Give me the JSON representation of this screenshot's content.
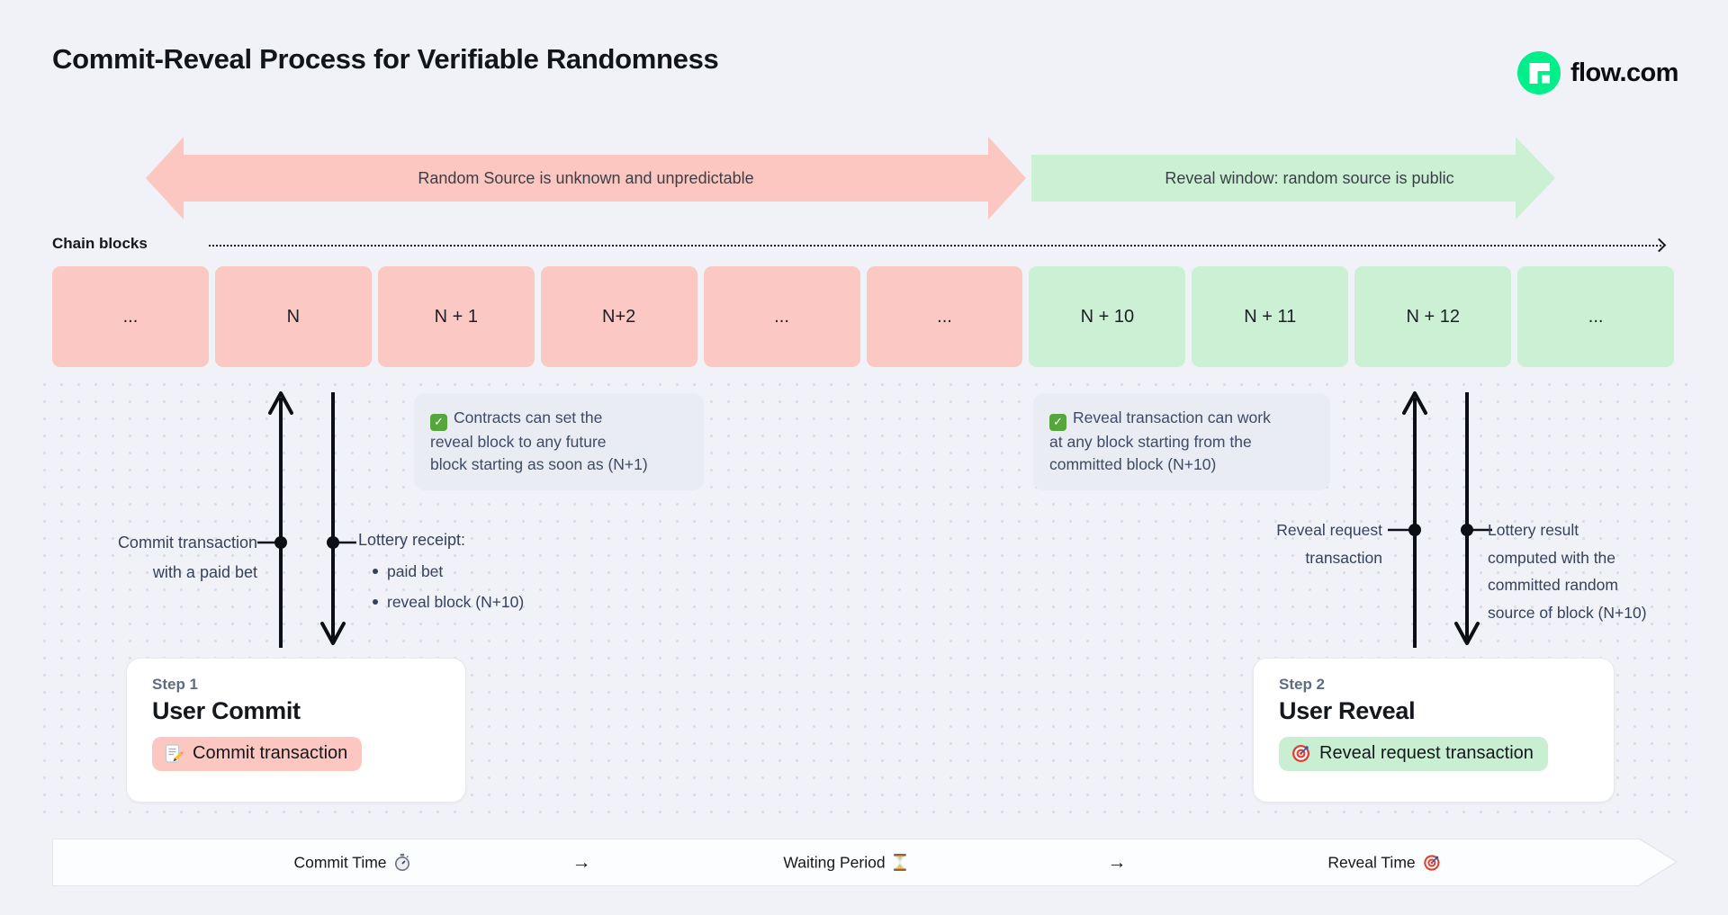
{
  "header": {
    "title": "Commit-Reveal Process for Verifiable Randomness",
    "brand": "flow.com",
    "brand_color": "#00ef8b"
  },
  "banners": {
    "unknown": {
      "label": "Random Source is unknown and unpredictable",
      "color": "#fcc6c1"
    },
    "reveal": {
      "label": "Reveal window: random source is public",
      "color": "#cbf0d4"
    }
  },
  "chain": {
    "label": "Chain blocks",
    "blocks": [
      {
        "label": "...",
        "phase": "commit"
      },
      {
        "label": "N",
        "phase": "commit"
      },
      {
        "label": "N + 1",
        "phase": "commit"
      },
      {
        "label": "N+2",
        "phase": "commit"
      },
      {
        "label": "...",
        "phase": "commit"
      },
      {
        "label": "...",
        "phase": "commit"
      },
      {
        "label": "N + 10",
        "phase": "reveal"
      },
      {
        "label": "N + 11",
        "phase": "reveal"
      },
      {
        "label": "N + 12",
        "phase": "reveal"
      },
      {
        "label": "...",
        "phase": "reveal"
      }
    ]
  },
  "notes": [
    {
      "icon": "check-mark",
      "check_glyph": "✓",
      "text": "Contracts can set the\nreveal block to any future\nblock starting as soon as (N+1)"
    },
    {
      "icon": "check-mark",
      "check_glyph": "✓",
      "text": "Reveal transaction can work\nat any block starting from the\ncommitted block (N+10)"
    }
  ],
  "annotations": {
    "commit_tx": "Commit transaction\nwith a paid bet",
    "receipt_title": "Lottery receipt:",
    "receipt_items": [
      "paid bet",
      "reveal block (N+10)"
    ],
    "reveal_tx": "Reveal request\ntransaction",
    "lottery_result": "Lottery result\ncomputed with the\ncommitted random\nsource of block (N+10)"
  },
  "steps": [
    {
      "step": "Step 1",
      "title": "User Commit",
      "badge": "Commit transaction",
      "icon": "memo",
      "badge_color": "#fcc6c1"
    },
    {
      "step": "Step 2",
      "title": "User Reveal",
      "badge": "Reveal request transaction",
      "icon": "target",
      "badge_color": "#c9efd3"
    }
  ],
  "timeline": {
    "arrow": "→",
    "items": [
      {
        "label": "Commit Time",
        "icon": "stopwatch"
      },
      {
        "label": "Waiting Period",
        "icon": "hourglass"
      },
      {
        "label": "Reveal Time",
        "icon": "target"
      }
    ]
  }
}
